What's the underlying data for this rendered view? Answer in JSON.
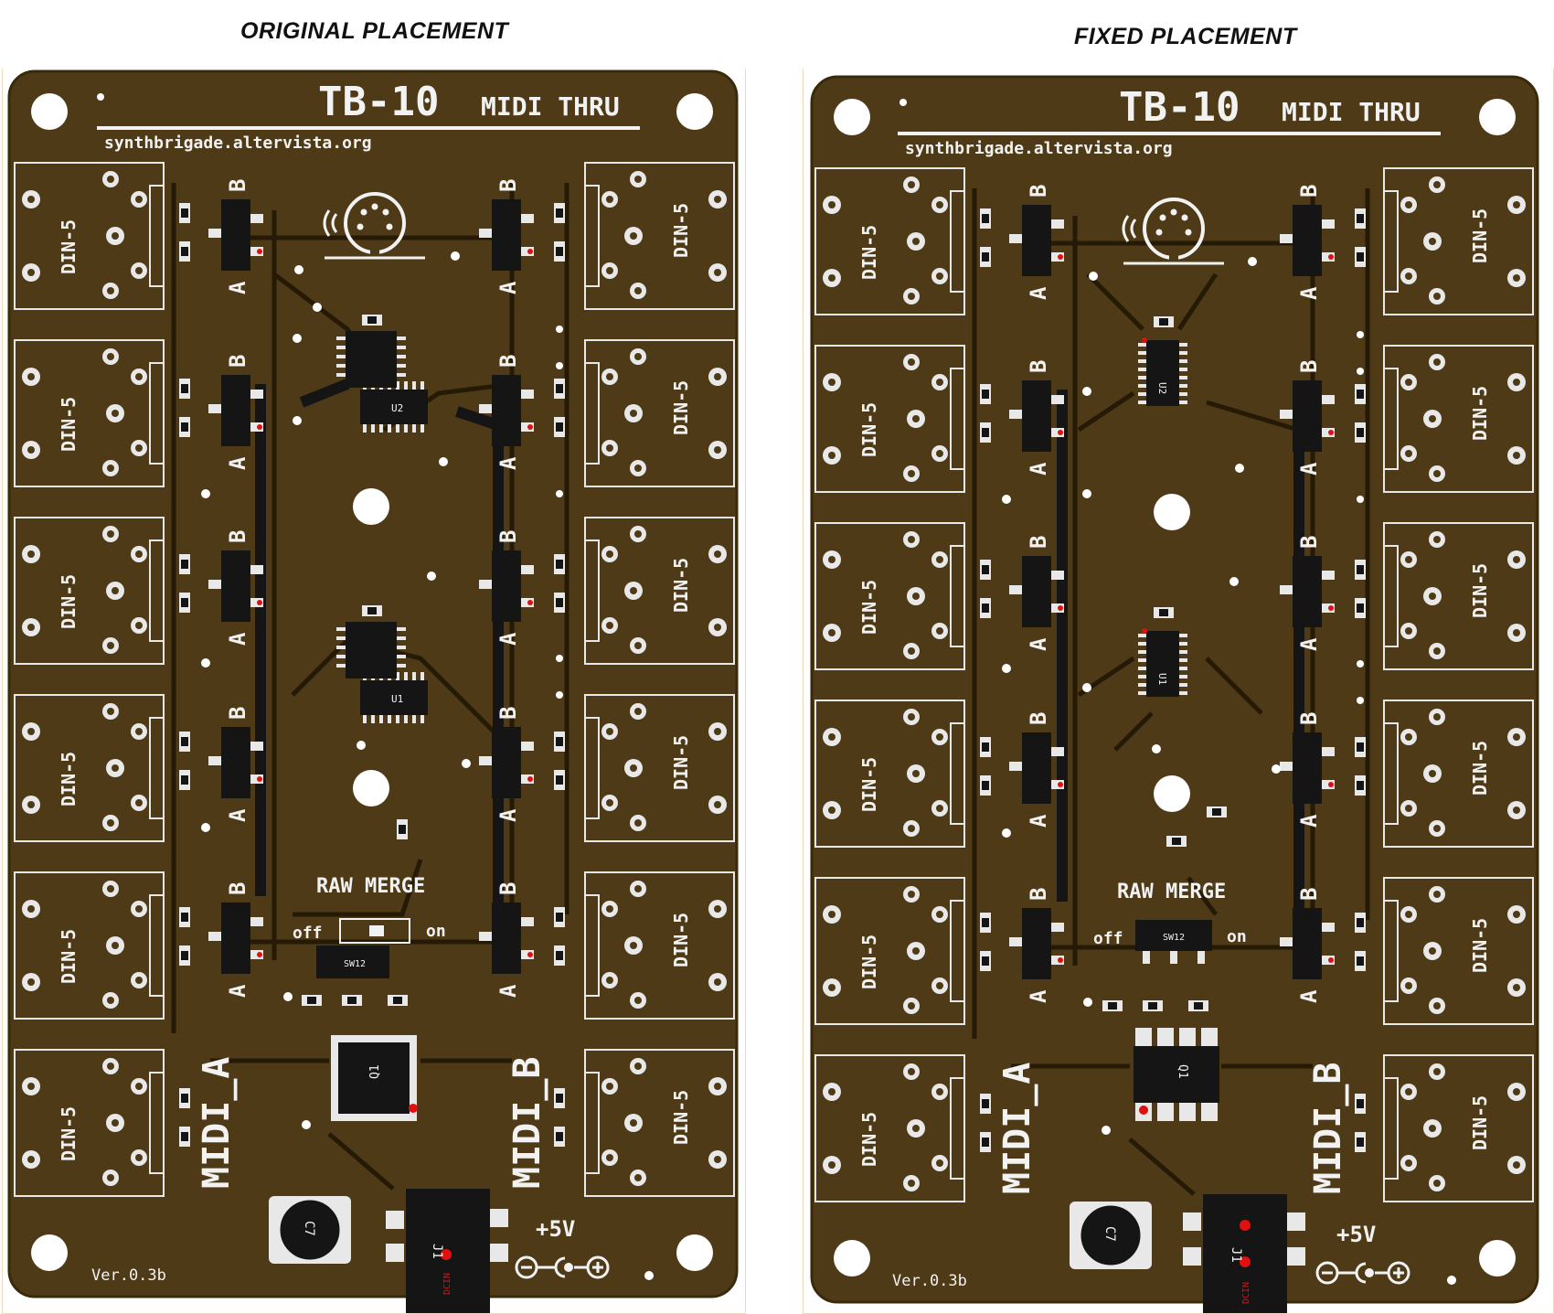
{
  "captions": {
    "left": "ORIGINAL PLACEMENT",
    "right": "FIXED PLACEMENT"
  },
  "board": {
    "title": "TB-10",
    "subtitle": "MIDI THRU",
    "url": "synthbrigade.altervista.org",
    "version": "Ver.0.3b",
    "midi_a": "MIDI_A",
    "midi_b": "MIDI_B",
    "connector_label": "DIN-5",
    "switch_a": "A",
    "switch_b": "B",
    "raw_merge": "RAW MERGE",
    "off": "off",
    "on": "on",
    "power": "+5V",
    "ic_u2": "U2",
    "ic_u1": "U1",
    "ic_q1": "Q1",
    "cap_c7": "C7",
    "jack_j1": "J1",
    "dcin": "DCIN",
    "sw12": "SW12"
  },
  "colors": {
    "board": "#4e3a16",
    "edge": "#3a2a0c",
    "silk": "#f2f2f2",
    "pad": "#e8e8e8",
    "trace": "#241a06",
    "ic": "#151515",
    "dot": "#e01010"
  }
}
